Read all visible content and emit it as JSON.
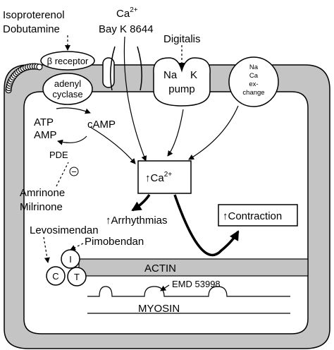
{
  "drugs": {
    "isoproterenol": "Isoproterenol",
    "dobutamine": "Dobutamine",
    "ca_base": "Ca",
    "ca_charge": "2+",
    "bayk": "Bay K 8644",
    "digitalis": "Digitalis",
    "amrinone": "Amrinone",
    "milrinone": "Milrinone",
    "levosimendan": "Levosimendan",
    "pimobendan": "Pimobendan",
    "emd": "EMD 53998"
  },
  "membrane": {
    "beta_receptor": "β receptor",
    "adenyl": "adenyl",
    "cyclase": "cyclase",
    "na": "Na",
    "k": "K",
    "pump": "pump",
    "exch_na": "Na",
    "exch_ca": "Ca",
    "exch_ex": "ex-",
    "exch_change": "change"
  },
  "cytosol": {
    "atp": "ATP",
    "amp": "AMP",
    "camp": "cAMP",
    "pde": "PDE",
    "inhibit_symbol": "−",
    "up_arrow": "↑",
    "ca_box_base": "Ca",
    "ca_box_charge": "2+",
    "arrhythmias": "Arrhythmias",
    "contraction": "Contraction"
  },
  "filaments": {
    "troponin_i": "I",
    "troponin_c": "C",
    "troponin_t": "T",
    "actin": "ACTIN",
    "myosin": "MYOSIN"
  }
}
